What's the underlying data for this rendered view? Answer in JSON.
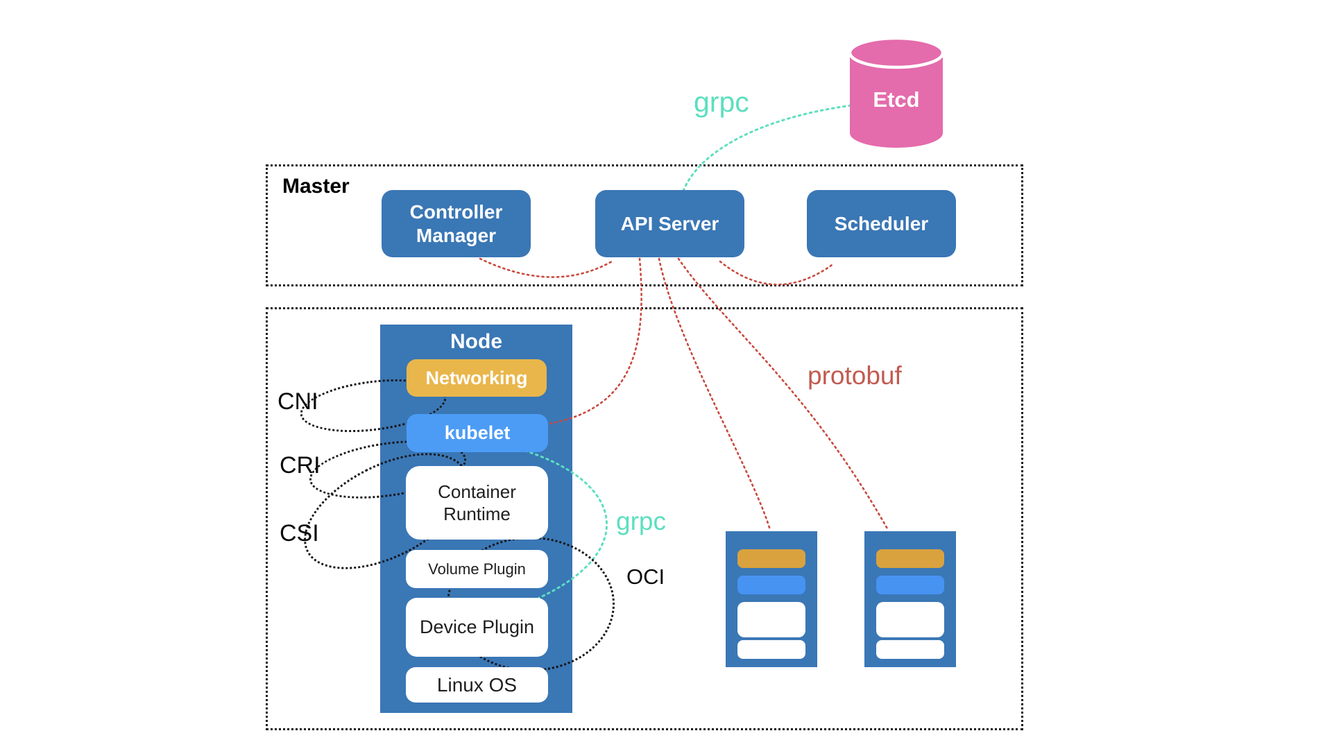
{
  "master": {
    "label": "Master",
    "components": [
      {
        "label": "Controller Manager"
      },
      {
        "label": "API Server"
      },
      {
        "label": "Scheduler"
      }
    ]
  },
  "etcd": {
    "label": "Etcd"
  },
  "node": {
    "label": "Node",
    "layers": [
      {
        "label": "Networking"
      },
      {
        "label": "kubelet"
      },
      {
        "label": "Container Runtime"
      },
      {
        "label": "Volume Plugin"
      },
      {
        "label": "Device Plugin"
      },
      {
        "label": "Linux OS"
      }
    ]
  },
  "interfaces": [
    {
      "label": "CNI"
    },
    {
      "label": "CRI"
    },
    {
      "label": "CSI"
    },
    {
      "label": "OCI"
    }
  ],
  "protocols": {
    "grpc_etcd": "grpc",
    "grpc_runtime": "grpc",
    "protobuf": "protobuf"
  },
  "worker_node_count": 2,
  "colors": {
    "primary_blue": "#3a77b5",
    "light_blue": "#4c9cf6",
    "yellow": "#e9b64b",
    "mini_orange": "#d9a23e",
    "mini_blue": "#4793f2",
    "etcd_pink": "#e46bac",
    "teal": "#5cdfbf",
    "red_dotted": "#c9493e",
    "protobuf_text": "#c25a50"
  }
}
